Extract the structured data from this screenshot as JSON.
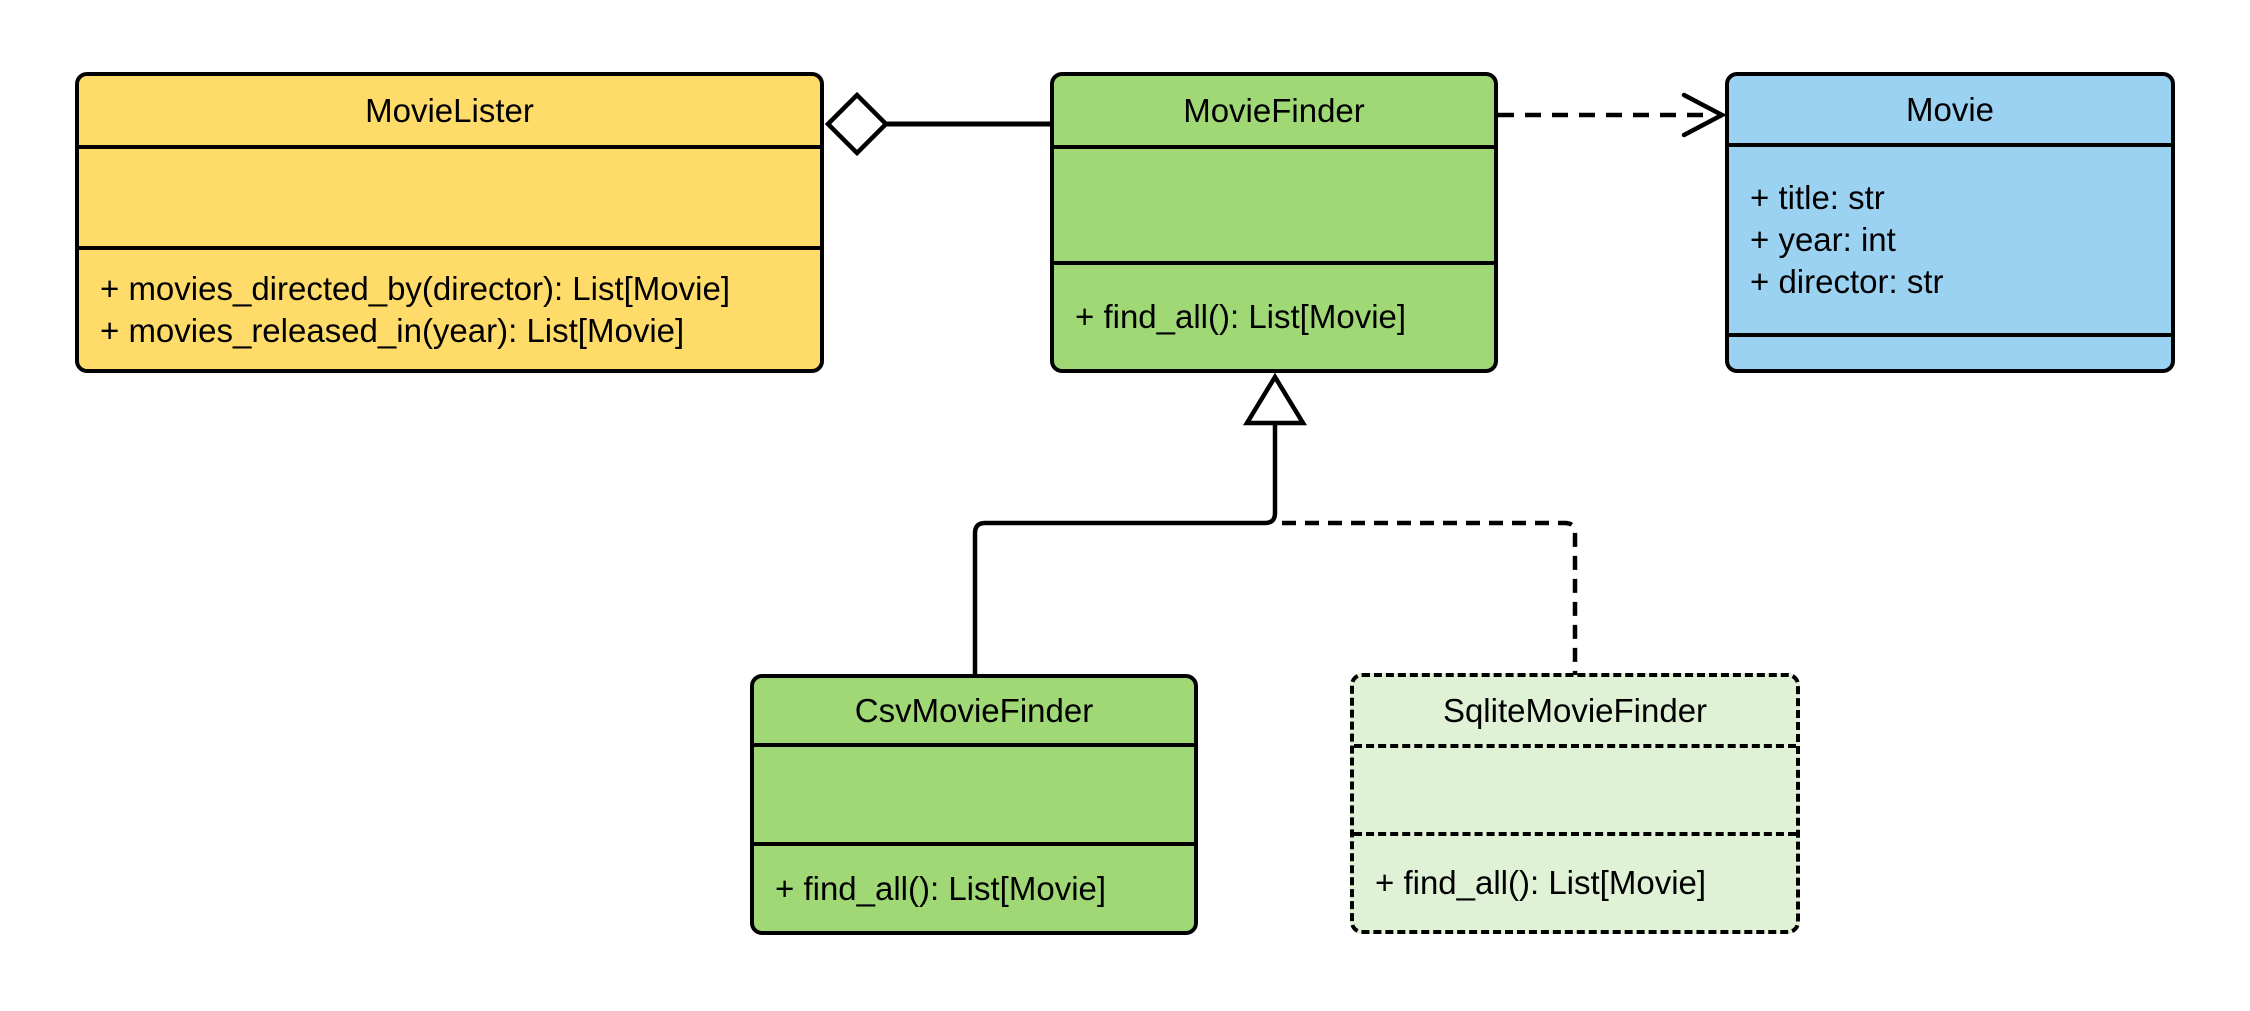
{
  "diagram": {
    "type": "uml-class-diagram",
    "background": "#FFFFFF",
    "colors": {
      "yellow_fill": "#FFDC69",
      "green_fill": "#A0D876",
      "blue_fill": "#9BD2F2",
      "pale_green_fill": "#E0F2D6",
      "stroke": "#000000"
    },
    "classes": [
      {
        "id": "movie-lister",
        "name": "MovieLister",
        "fill": "#FFDC69",
        "border_style": "solid",
        "attributes": [],
        "methods": [
          "+ movies_directed_by(director): List[Movie]",
          "+ movies_released_in(year): List[Movie]"
        ]
      },
      {
        "id": "movie-finder",
        "name": "MovieFinder",
        "fill": "#A0D876",
        "border_style": "solid",
        "attributes": [],
        "methods": [
          "+ find_all(): List[Movie]"
        ]
      },
      {
        "id": "movie",
        "name": "Movie",
        "fill": "#9BD2F2",
        "border_style": "solid",
        "attributes": [
          "+ title: str",
          "+ year: int",
          "+ director: str"
        ],
        "methods": []
      },
      {
        "id": "csv-movie-finder",
        "name": "CsvMovieFinder",
        "fill": "#A0D876",
        "border_style": "solid",
        "attributes": [],
        "methods": [
          "+ find_all(): List[Movie]"
        ]
      },
      {
        "id": "sqlite-movie-finder",
        "name": "SqliteMovieFinder",
        "fill": "#E0F2D6",
        "border_style": "dashed",
        "attributes": [],
        "methods": [
          "+ find_all(): List[Movie]"
        ]
      }
    ],
    "relationships": [
      {
        "from": "MovieLister",
        "to": "MovieFinder",
        "type": "aggregation",
        "line": "solid",
        "marker": "hollow-diamond"
      },
      {
        "from": "MovieFinder",
        "to": "Movie",
        "type": "dependency",
        "line": "dashed",
        "marker": "open-arrow"
      },
      {
        "from": "CsvMovieFinder",
        "to": "MovieFinder",
        "type": "inheritance",
        "line": "solid",
        "marker": "hollow-triangle"
      },
      {
        "from": "SqliteMovieFinder",
        "to": "MovieFinder",
        "type": "inheritance",
        "line": "dashed",
        "marker": "hollow-triangle"
      }
    ]
  }
}
